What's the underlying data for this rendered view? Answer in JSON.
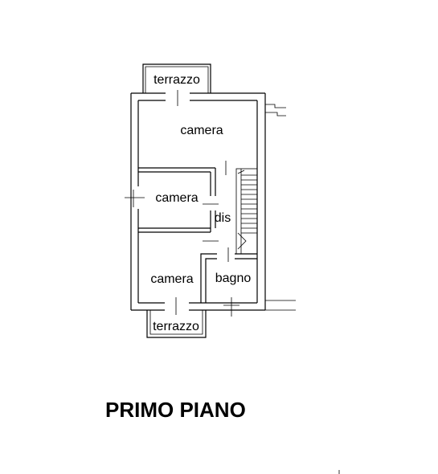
{
  "plan": {
    "title": "PRIMO PIANO",
    "rooms": {
      "terrace_top": "terrazzo",
      "bedroom_top": "camera",
      "bedroom_middle": "camera",
      "hallway": "dis",
      "bedroom_bottom": "camera",
      "bathroom": "bagno",
      "terrace_bottom": "terrazzo"
    }
  }
}
